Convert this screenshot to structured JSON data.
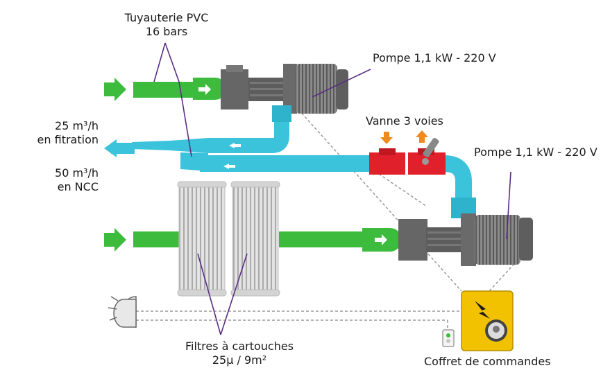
{
  "labels": {
    "pvc_line1": "Tuyauterie PVC",
    "pvc_line2": "16 bars",
    "pump_top": "Pompe 1,1 kW - 220 V",
    "pump_right": "Pompe 1,1 kW - 220 V",
    "valve": "Vanne 3 voies",
    "flow_filtration_line1": "25 m³/h",
    "flow_filtration_line2": "en fitration",
    "flow_ncc_line1": "50 m³/h",
    "flow_ncc_line2": "en NCC",
    "filters_line1": "Filtres à cartouches",
    "filters_line2": "25µ / 9m²",
    "control_box": "Coffret de commandes"
  },
  "colors": {
    "green_pipe": "#3dbb3d",
    "cyan_pipe": "#3cc3dc",
    "pump_grey": "#6f6f6f",
    "valve_red": "#e0202a",
    "control_yellow": "#f2c200",
    "arrow_orange": "#f08a1c",
    "leader_purple": "#5b2d83"
  }
}
